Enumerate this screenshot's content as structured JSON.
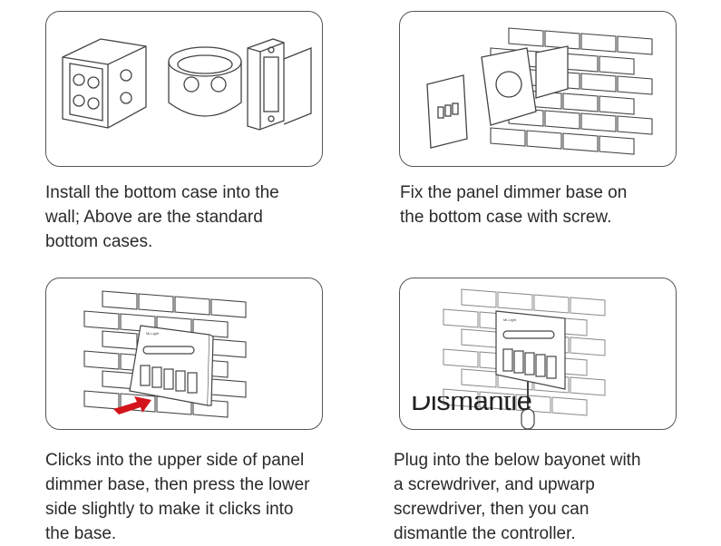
{
  "steps": [
    {
      "caption": [
        "Install the bottom case into the",
        "wall; Above are the standard",
        "bottom cases."
      ]
    },
    {
      "caption": [
        "Fix the panel dimmer base on",
        "the bottom case with screw."
      ]
    },
    {
      "caption": [
        "Clicks into the upper side of panel",
        "dimmer base, then press the lower",
        "side slightly to make it clicks into",
        "the base."
      ],
      "panel_brand": "Mi-Light"
    },
    {
      "caption": [
        "Plug into the below bayonet with",
        "a screwdriver, and upwarp",
        "screwdriver,  then you can",
        "dismantle the controller."
      ],
      "panel_brand": "Mi-Light",
      "overlay_label": "Dismantle"
    }
  ],
  "colors": {
    "arrow": "#d3141b",
    "line": "#555555",
    "text": "#2a2a2a"
  }
}
